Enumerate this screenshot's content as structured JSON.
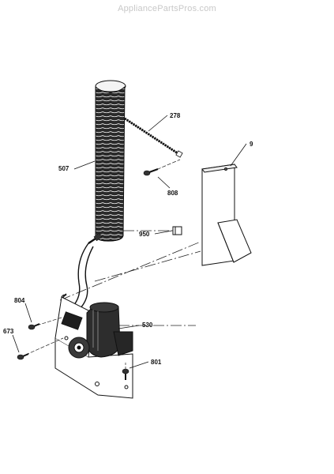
{
  "watermark": "AppliancePartsPros.com",
  "parts": [
    {
      "id": "p278",
      "number": "278"
    },
    {
      "id": "p9",
      "number": "9"
    },
    {
      "id": "p507",
      "number": "507"
    },
    {
      "id": "p808",
      "number": "808"
    },
    {
      "id": "p950",
      "number": "950"
    },
    {
      "id": "p804",
      "number": "804"
    },
    {
      "id": "p530",
      "number": "530"
    },
    {
      "id": "p673",
      "number": "673"
    },
    {
      "id": "p801",
      "number": "801"
    }
  ]
}
